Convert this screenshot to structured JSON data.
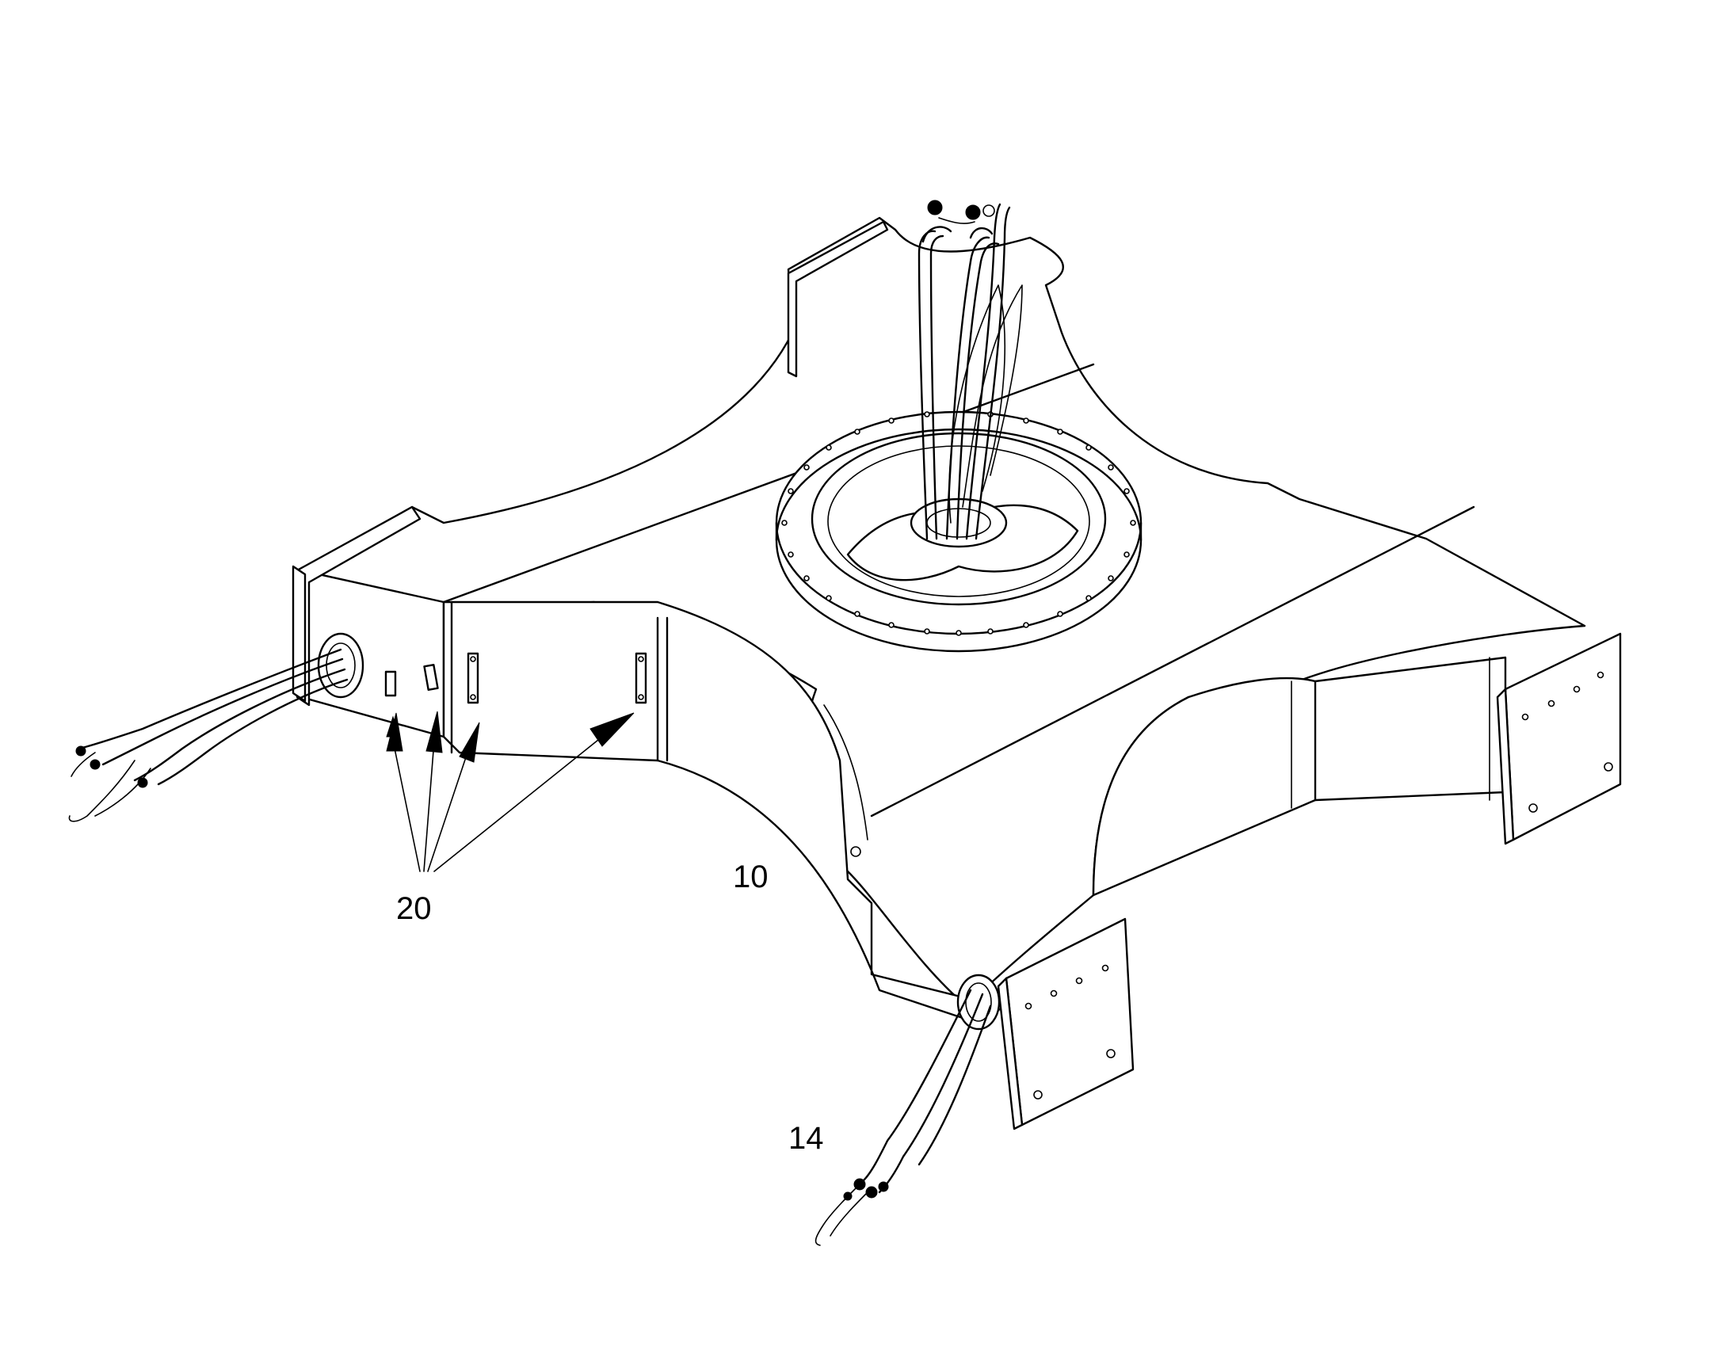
{
  "labels": {
    "frame": "10",
    "cable_bundle": "14",
    "clamp": "20"
  }
}
